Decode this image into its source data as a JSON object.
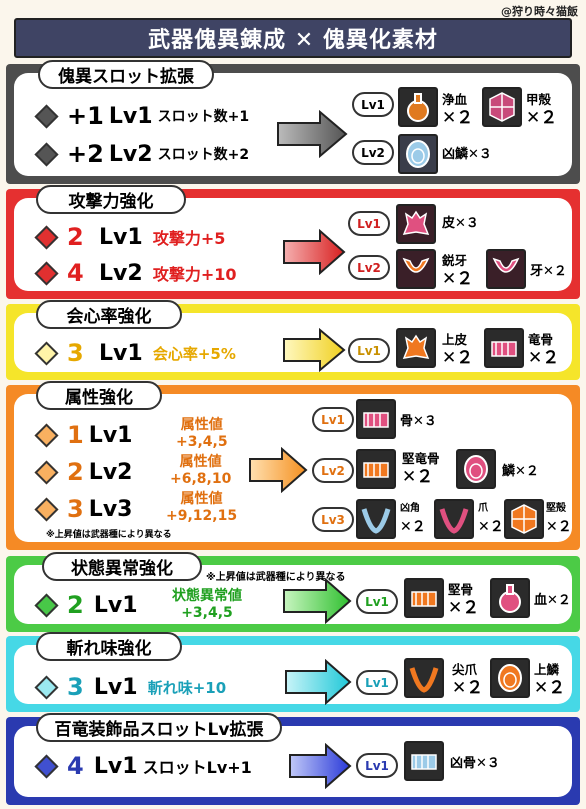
{
  "credit": "@狩り時々猫飯",
  "title": "武器傀異錬成 ✕ 傀異化素材",
  "sections": [
    {
      "name": "傀異スロット拡張",
      "rows": [
        {
          "num": "+1",
          "lv": "Lv1",
          "effect": "スロット数+1"
        },
        {
          "num": "+2",
          "lv": "Lv2",
          "effect": "スロット数+2"
        }
      ],
      "req": [
        {
          "lv": "Lv1",
          "mats": [
            {
              "n": "浄血",
              "q": "✕２"
            },
            {
              "n": "甲殻",
              "q": "✕２"
            }
          ]
        },
        {
          "lv": "Lv2",
          "mats": [
            {
              "n": "凶鱗✕３",
              "q": ""
            }
          ]
        }
      ]
    },
    {
      "name": "攻撃力強化",
      "rows": [
        {
          "num": "2",
          "lv": "Lv1",
          "effect": "攻撃力+5"
        },
        {
          "num": "4",
          "lv": "Lv2",
          "effect": "攻撃力+10"
        }
      ],
      "req": [
        {
          "lv": "Lv1",
          "mats": [
            {
              "n": "皮✕３",
              "q": ""
            }
          ]
        },
        {
          "lv": "Lv2",
          "mats": [
            {
              "n": "鋭牙",
              "q": "✕２"
            },
            {
              "n": "牙✕２",
              "q": ""
            }
          ]
        }
      ]
    },
    {
      "name": "会心率強化",
      "rows": [
        {
          "num": "3",
          "lv": "Lv1",
          "effect": "会心率+5%"
        }
      ],
      "req": [
        {
          "lv": "Lv1",
          "mats": [
            {
              "n": "上皮",
              "q": "✕２"
            },
            {
              "n": "竜骨",
              "q": "✕２"
            }
          ]
        }
      ]
    },
    {
      "name": "属性強化",
      "rows": [
        {
          "num": "1",
          "lv": "Lv1",
          "effect": "属性値",
          "effect2": "+3,4,5"
        },
        {
          "num": "2",
          "lv": "Lv2",
          "effect": "属性値",
          "effect2": "+6,8,10"
        },
        {
          "num": "3",
          "lv": "Lv3",
          "effect": "属性値",
          "effect2": "+9,12,15"
        }
      ],
      "note": "※上昇値は武器種により異なる",
      "req": [
        {
          "lv": "Lv1",
          "mats": [
            {
              "n": "骨✕３",
              "q": ""
            }
          ]
        },
        {
          "lv": "Lv2",
          "mats": [
            {
              "n": "堅竜骨",
              "q": "✕２"
            },
            {
              "n": "鱗✕２",
              "q": ""
            }
          ]
        },
        {
          "lv": "Lv3",
          "mats": [
            {
              "n": "凶角",
              "q": "✕２"
            },
            {
              "n": "爪",
              "q": "✕２"
            },
            {
              "n": "堅殻",
              "q": "✕２"
            }
          ]
        }
      ]
    },
    {
      "name": "状態異常強化",
      "note": "※上昇値は武器種により異なる",
      "rows": [
        {
          "num": "2",
          "lv": "Lv1",
          "effect": "状態異常値",
          "effect2": "+3,4,5"
        }
      ],
      "req": [
        {
          "lv": "Lv1",
          "mats": [
            {
              "n": "堅骨",
              "q": "✕２"
            },
            {
              "n": "血✕２",
              "q": ""
            }
          ]
        }
      ]
    },
    {
      "name": "斬れ味強化",
      "rows": [
        {
          "num": "3",
          "lv": "Lv1",
          "effect": "斬れ味+10"
        }
      ],
      "req": [
        {
          "lv": "Lv1",
          "mats": [
            {
              "n": "尖爪",
              "q": "✕２"
            },
            {
              "n": "上鱗",
              "q": "✕２"
            }
          ]
        }
      ]
    },
    {
      "name": "百竜装飾品スロットLv拡張",
      "rows": [
        {
          "num": "4",
          "lv": "Lv1",
          "effect": "スロットLv+1"
        }
      ],
      "req": [
        {
          "lv": "Lv1",
          "mats": [
            {
              "n": "凶骨✕３",
              "q": ""
            }
          ]
        }
      ]
    }
  ],
  "icons": [
    "flask-icon",
    "shell-icon",
    "scale-icon",
    "hide-icon",
    "fang-icon",
    "fang-icon",
    "hide-icon",
    "bone-icon",
    "bone-icon",
    "bone-icon",
    "scale-icon",
    "claw-icon",
    "claw-icon",
    "shell-icon",
    "bone-icon",
    "flask-icon",
    "claw-icon",
    "scale-icon",
    "bone-icon"
  ]
}
